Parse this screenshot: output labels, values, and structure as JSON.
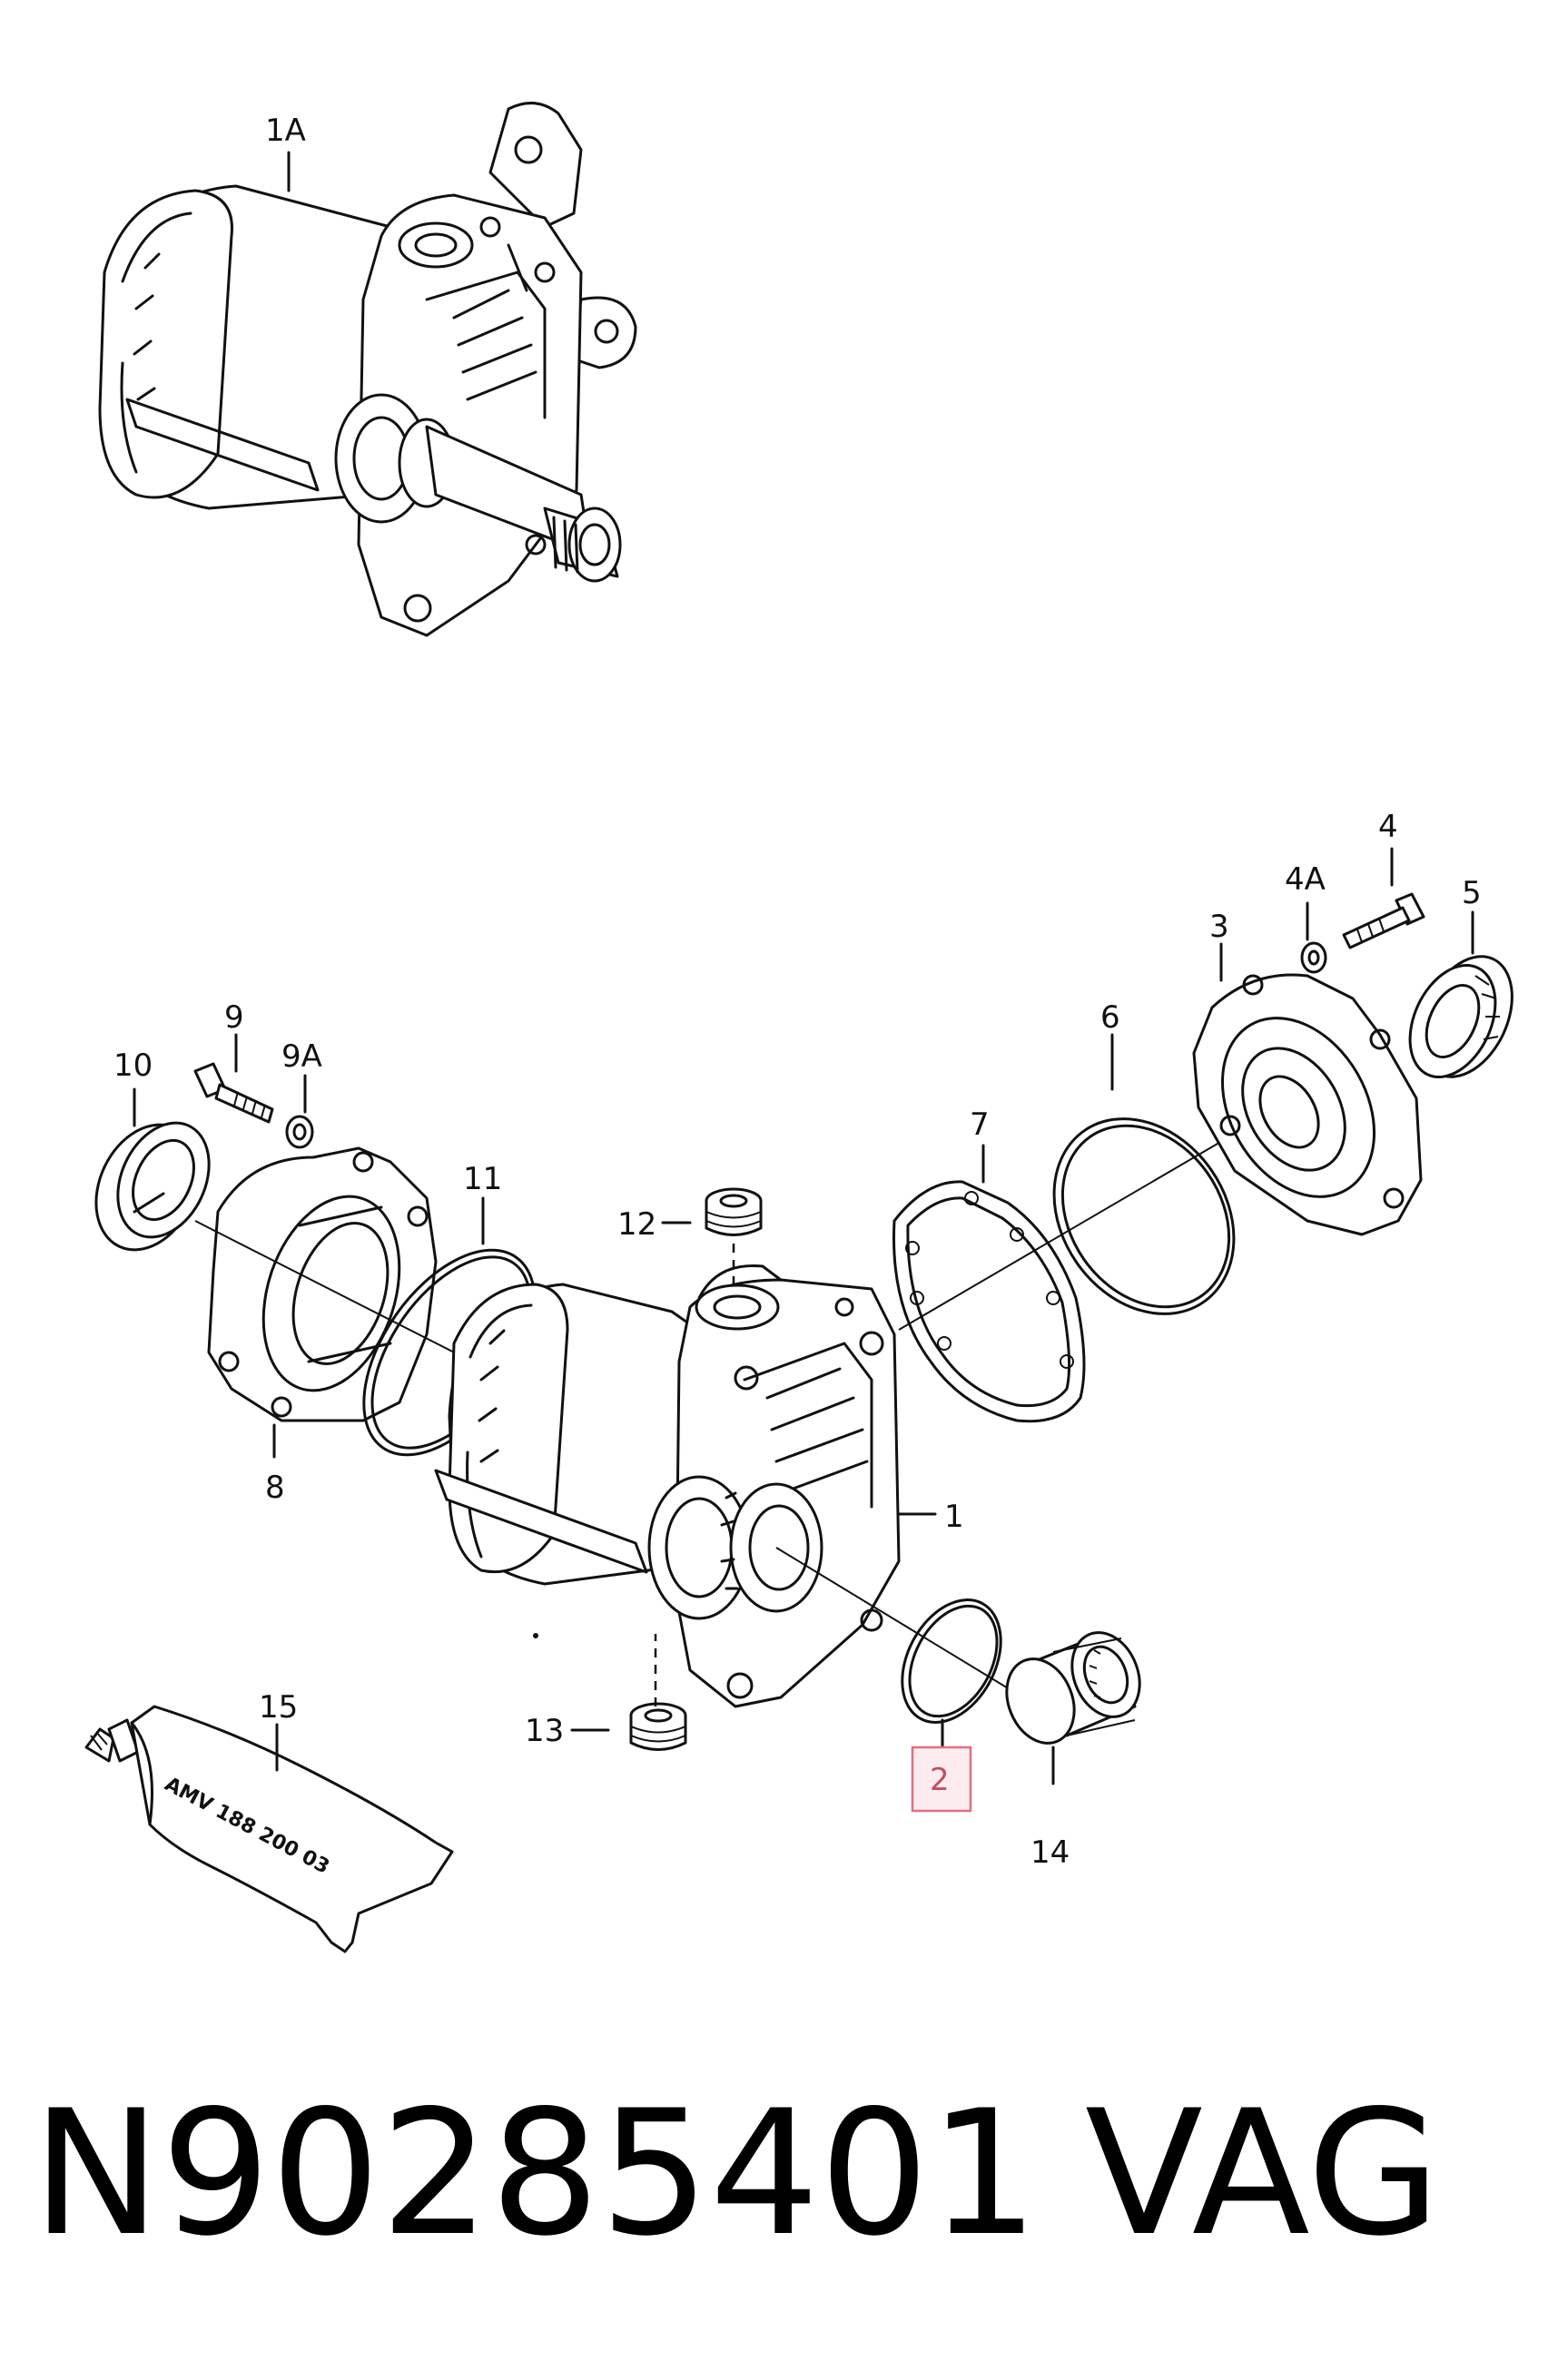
{
  "callouts": {
    "c1A": "1A",
    "c1": "1",
    "c2": "2",
    "c3": "3",
    "c4": "4",
    "c4A": "4A",
    "c5": "5",
    "c6": "6",
    "c7": "7",
    "c8": "8",
    "c9": "9",
    "c9A": "9A",
    "c10": "10",
    "c11": "11",
    "c12": "12",
    "c13": "13",
    "c14": "14",
    "c15": "15"
  },
  "tube_label": "AMV 188 200 03",
  "footer": {
    "part_number": "N90285401",
    "brand": "VAG"
  },
  "colors": {
    "line": "#111111",
    "background": "#ffffff",
    "highlight_fill": "#fdecef",
    "highlight_border": "#e0707f"
  }
}
